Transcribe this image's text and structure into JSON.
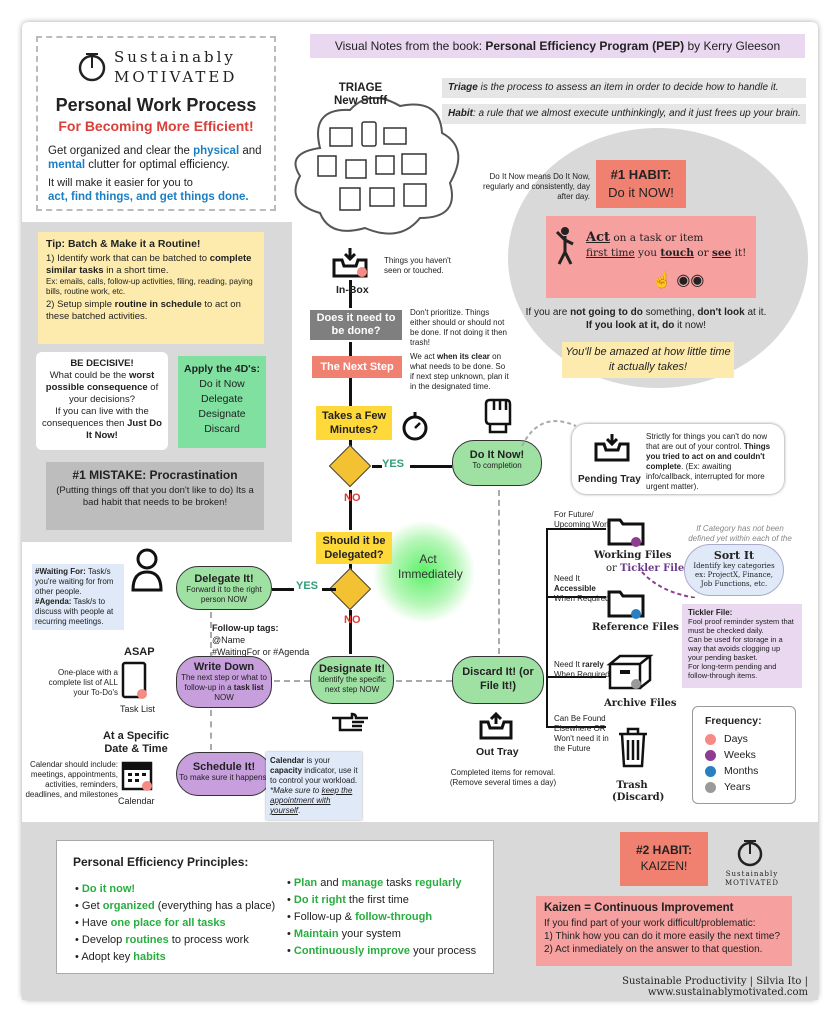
{
  "header": {
    "prefix": "Visual Notes from the book: ",
    "book": "Personal Efficiency Program (PEP)",
    "author": " by Kerry Gleeson"
  },
  "brand": {
    "top": "Sustainably",
    "bottom": "MOTIVATED"
  },
  "title": {
    "main": "Personal Work Process",
    "sub": "For Becoming More Efficient!"
  },
  "intro": {
    "line1a": "Get organized and clear the ",
    "physical": "physical",
    "and": " and ",
    "mental": "mental",
    "line1b": " clutter for optimal efficiency.",
    "line2": "It will make it easier for you to",
    "line3": "act, find things, and get things done."
  },
  "tip": {
    "title": "Tip: Batch & Make it a Routine!",
    "p1a": "1) Identify work that can be batched to ",
    "p1b": "complete similar tasks",
    "p1c": " in a short time.",
    "p1ex": "Ex: emails, calls, follow-up activities, filing, reading, paying bills, routine work, etc.",
    "p2a": "2) Setup simple ",
    "p2b": "routine in schedule",
    "p2c": " to act on these batched activities."
  },
  "decisive": {
    "title": "BE DECISIVE!",
    "l1": "What could be the ",
    "l1b": "worst possible consequence",
    "l1c": " of your decisions?",
    "l2": "If you can live with the consequences then ",
    "l2b": "Just Do It Now!"
  },
  "fourd": {
    "title": "Apply the 4D's:",
    "items": [
      "Do it Now",
      "Delegate",
      "Designate",
      "Discard"
    ]
  },
  "mistake": {
    "title": "#1 MISTAKE: Procrastination",
    "body": "(Putting things off that you don't like to do) Its a bad habit that needs to be broken!"
  },
  "triage": {
    "label1": "TRIAGE",
    "label2": "New Stuff"
  },
  "definitions": {
    "triage_word": "Triage",
    "triage_rest": " is the process to assess an item in order to decide how to handle it.",
    "habit_word": "Habit",
    "habit_rest": ": a rule that we almost execute unthinkingly, and it just frees up your brain."
  },
  "doitnow_note": "Do It Now means Do It Now, regularly and consistently, day after day.",
  "habit1": {
    "title": "#1 HABIT:",
    "sub": "Do it NOW!"
  },
  "act": {
    "act": "Act",
    "r1": " on a task or item",
    "r2a": "first time",
    "r2b": " you ",
    "r2c": "touch",
    "r2d": " or ",
    "r2e": "see",
    "r2f": " it!"
  },
  "notgoing": {
    "a": "If you are ",
    "b": "not going to do",
    "c": " something, ",
    "d": "don't look",
    "e": " at it. ",
    "f": "If you look at it, do",
    "g": " it now!"
  },
  "amazed": "You'll be amazed at how little time it actually takes!",
  "inbox": {
    "label": "In-Box",
    "note": "Things you haven't seen or touched."
  },
  "needdone": {
    "label": "Does it need to be done?",
    "note": "Don't prioritize. Things either should or should not be done. If not doing it then trash!"
  },
  "nextstep": {
    "label": "The Next Step",
    "note_a": "We act ",
    "note_b": "when its clear",
    "note_c": " on what needs to be done. So if next step unknown, plan it in the designated time."
  },
  "minutes": {
    "label": "Takes a Few Minutes?"
  },
  "yes": "YES",
  "no": "NO",
  "doitnow": {
    "label": "Do It Now!",
    "sub": "To completion"
  },
  "pending": {
    "label": "Pending Tray",
    "note_a": "Strictly for things you can't do now that are out of your control. ",
    "note_b": "Things you tried to act on and couldn't complete",
    "note_c": ". (Ex: awaiting info/callback, interrupted for more urgent matter)."
  },
  "delegated": {
    "label": "Should it be Delegated?"
  },
  "actimm": "Act Immediately",
  "delegate": {
    "label": "Delegate It!",
    "sub": "Forward it to the right person NOW"
  },
  "waiting": {
    "w1": "#Waiting For:",
    "w1r": " Task/s you're waiting for from other people.",
    "w2": "#Agenda:",
    "w2r": " Task/s to discuss with people at recurring meetings."
  },
  "followup": {
    "title": "Follow-up tags:",
    "t1": "@Name",
    "t2": "#WaitingFor or #Agenda"
  },
  "asap": "ASAP",
  "onePlace": "One-place with a complete list of ALL your To-Do's",
  "tasklist": "Task List",
  "writedown": {
    "label": "Write Down",
    "sub_a": "The next step or what to follow-up in a ",
    "sub_b": "task list",
    "sub_c": " NOW"
  },
  "designate": {
    "label": "Designate It!",
    "sub": "Identify the specific next step NOW"
  },
  "discard": {
    "label": "Discard It! (or File It!)"
  },
  "specific": {
    "l1": "At a Specific",
    "l2": "Date & Time"
  },
  "calnote": "Calendar should include: meetings, appointments, activities, reminders, deadlines, and milestones",
  "calendar": "Calendar",
  "schedule": {
    "label": "Schedule It!",
    "sub": "To make sure it happens."
  },
  "calbox": {
    "a": "Calendar",
    "b": " is your ",
    "c": "capacity",
    "d": " indicator, use it to control your workload.",
    "e": "*Make sure to ",
    "f": "keep the appointment with yourself",
    "g": "."
  },
  "outtray": {
    "label": "Out Tray",
    "note": "Completed items for removal. (Remove several times a day)"
  },
  "files": {
    "future": "For Future/ Upcoming Work",
    "working": "Working Files",
    "or": "or ",
    "tickler": "Tickler File",
    "needacc_a": "Need It ",
    "needacc_b": "Accessible",
    "needacc_c": " When Required",
    "reference": "Reference Files",
    "rarely_a": "Need It ",
    "rarely_b": "rarely",
    "rarely_c": " When Required",
    "archive": "Archive Files",
    "found": "Can Be Found Elsewhere OR Won't need it in the Future",
    "trash": "Trash (Discard)"
  },
  "category": {
    "note": "If Category has not been defined yet within each of the files",
    "title": "Sort It",
    "body": "Identify key categories ex: ProjectX, Finance, Job Functions, etc."
  },
  "ticklerbox": {
    "title": "Tickler File:",
    "items": [
      "Fool proof reminder system that must be checked daily.",
      "Can be used for storage in a way that avoids clogging up your pending basket.",
      "For long-term pending and follow-through items."
    ]
  },
  "frequency": {
    "title": "Frequency:",
    "items": [
      {
        "label": "Days",
        "color": "#f58b84"
      },
      {
        "label": "Weeks",
        "color": "#8e3d8f"
      },
      {
        "label": "Months",
        "color": "#2a7fc1"
      },
      {
        "label": "Years",
        "color": "#9a9a9a"
      }
    ]
  },
  "principles": {
    "title": "Personal Efficiency Principles:",
    "left": [
      {
        "pre": "",
        "hl": "Do it now!",
        "post": ""
      },
      {
        "pre": "Get ",
        "hl": "organized",
        "post": " (everything has a place)"
      },
      {
        "pre": "Have ",
        "hl": "one place for all tasks",
        "post": ""
      },
      {
        "pre": "Develop ",
        "hl": "routines",
        "post": " to process work"
      },
      {
        "pre": "Adopt key ",
        "hl": "habits",
        "post": ""
      }
    ],
    "right": [
      {
        "pre": "",
        "hl": "Plan",
        "mid": " and ",
        "hl2": "manage",
        "post": " tasks ",
        "hl3": "regularly"
      },
      {
        "pre": "",
        "hl": "Do it right",
        "post": " the first time"
      },
      {
        "pre": "Follow-up & ",
        "hl": "follow-through",
        "post": ""
      },
      {
        "pre": "",
        "hl": "Maintain",
        "post": " your system"
      },
      {
        "pre": "",
        "hl": "Continuously improve",
        "post": " your process"
      }
    ]
  },
  "habit2": {
    "title": "#2 HABIT:",
    "sub": "KAIZEN!"
  },
  "kaizen": {
    "title": "Kaizen = Continuous Improvement",
    "l1": "If you find part of your work difficult/problematic:",
    "l2": "1) Think how you can do it more easily the next time?",
    "l3": "2) Act inmediately on the answer to that question."
  },
  "footer": "Sustainable Productivity | Silvia Ito | www.sustainablymotivated.com"
}
